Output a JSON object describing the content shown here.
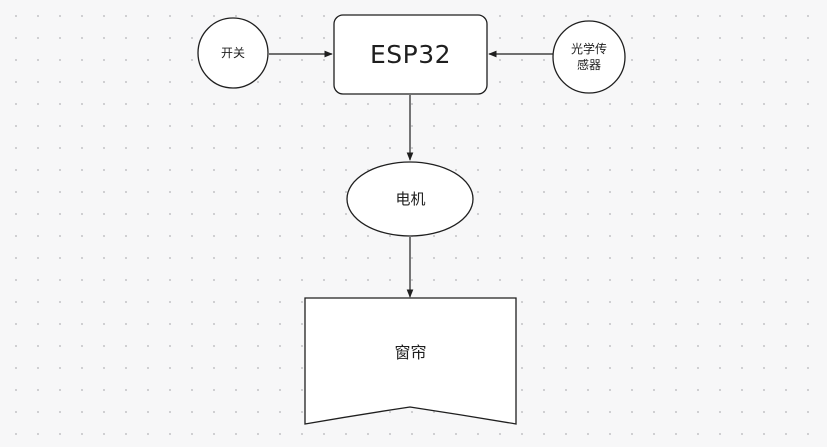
{
  "diagram": {
    "nodes": {
      "switch": {
        "label": "开关",
        "shape": "circle"
      },
      "esp32": {
        "label": "ESP32",
        "shape": "rounded-rectangle"
      },
      "light_sensor": {
        "label": "光学传\n感器",
        "shape": "circle"
      },
      "motor": {
        "label": "电机",
        "shape": "ellipse"
      },
      "curtain": {
        "label": "窗帘",
        "shape": "document"
      }
    },
    "edges": [
      {
        "from": "switch",
        "to": "esp32"
      },
      {
        "from": "light_sensor",
        "to": "esp32"
      },
      {
        "from": "esp32",
        "to": "motor"
      },
      {
        "from": "motor",
        "to": "curtain"
      }
    ],
    "colors": {
      "background": "#f7f7f8",
      "grid_dot": "#c9c9cc",
      "shape_fill": "#ffffff",
      "stroke": "#1f1f1f"
    }
  }
}
